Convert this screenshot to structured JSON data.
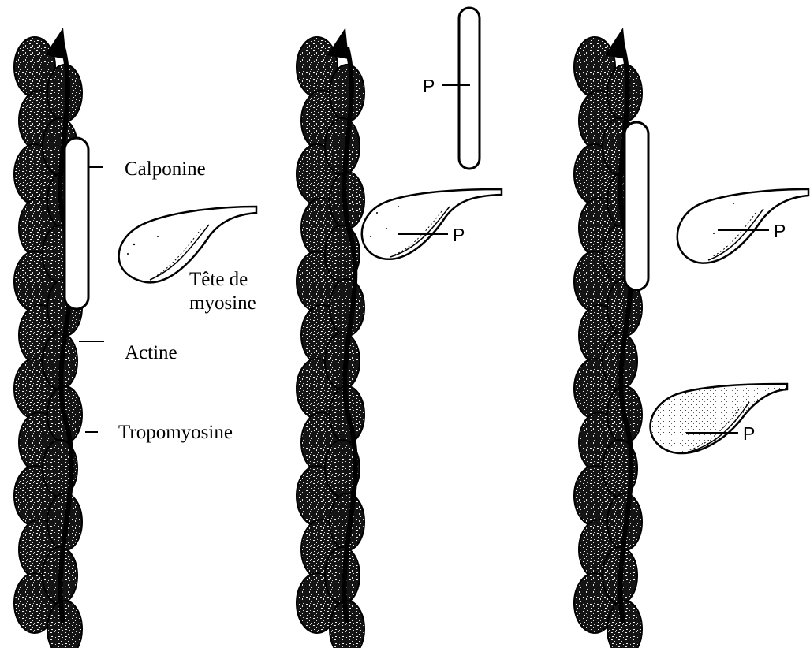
{
  "labels": {
    "calponine": "Calponine",
    "tete_line1": "Tête de",
    "tete_line2": "myosine",
    "actine": "Actine",
    "tropomyosine": "Tropomyosine",
    "phospho": "P"
  },
  "panels": [
    {
      "id": "panel-1",
      "elements": [
        "actin-filament",
        "tropomyosin-strand",
        "calponin-bar",
        "myosin-head"
      ]
    },
    {
      "id": "panel-2",
      "elements": [
        "actin-filament",
        "tropomyosin-strand",
        "phosphorylated-calponin-bar",
        "phosphorylated-myosin-head"
      ]
    },
    {
      "id": "panel-3",
      "elements": [
        "actin-filament",
        "tropomyosin-strand",
        "calponin-bar",
        "phosphorylated-myosin-head",
        "phosphorylated-myosin-head-bound"
      ]
    }
  ],
  "colors": {
    "ink": "#000000",
    "paper": "#ffffff",
    "bead_fill": "#1a1a1a",
    "speckle": "#e8e8e8"
  }
}
